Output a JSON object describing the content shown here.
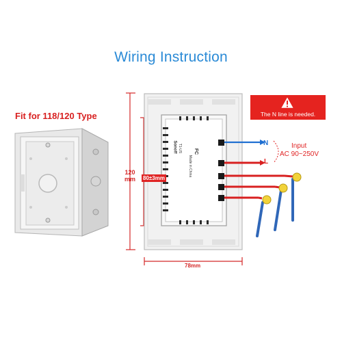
{
  "title": "Wiring Instruction",
  "fit_label": "Fit for 118/120 Type",
  "dimensions": {
    "height": "120\nmm",
    "center": "80±3mm",
    "width": "78mm"
  },
  "terminals": {
    "neutral": "N",
    "live": "L"
  },
  "input": {
    "label": "Input",
    "spec": "AC 90~250V"
  },
  "warning": "The N line is needed.",
  "module_text": {
    "brand": "Sonoff",
    "model": "T1-US",
    "made": "Made in China",
    "cert": "FC"
  },
  "colors": {
    "title": "#2a8ad6",
    "warning": "#e5231f",
    "live_wire": "#d82020",
    "neutral_wire": "#1f6fd1",
    "blue_lead": "#3067b8",
    "bulb": "#f2d33a"
  }
}
